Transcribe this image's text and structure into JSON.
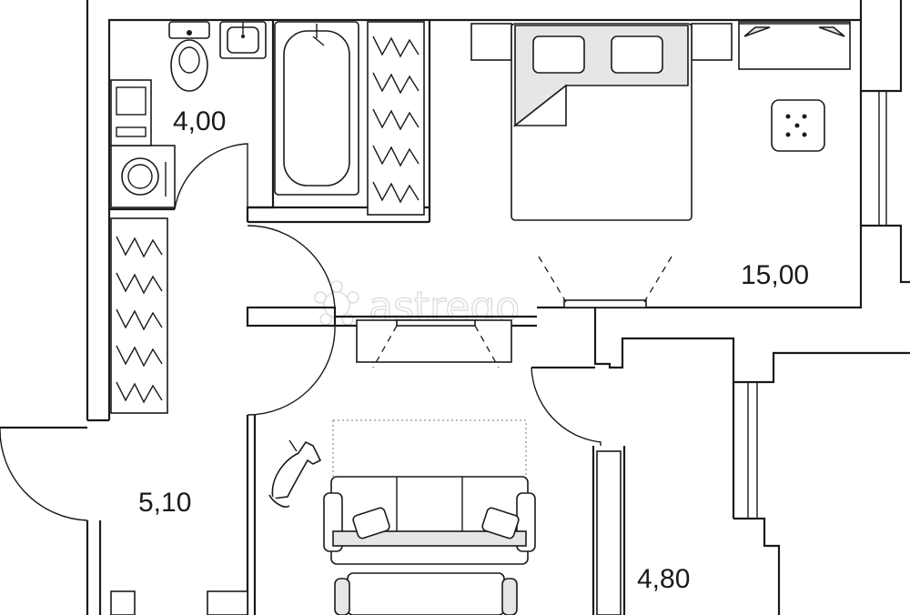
{
  "watermark": {
    "text": "astrego"
  },
  "rooms": [
    {
      "id": "bathroom",
      "area_label": "4,00"
    },
    {
      "id": "bedroom",
      "area_label": "15,00"
    },
    {
      "id": "hallway",
      "area_label": "5,10"
    },
    {
      "id": "kitchen",
      "area_label": "4,80"
    }
  ]
}
